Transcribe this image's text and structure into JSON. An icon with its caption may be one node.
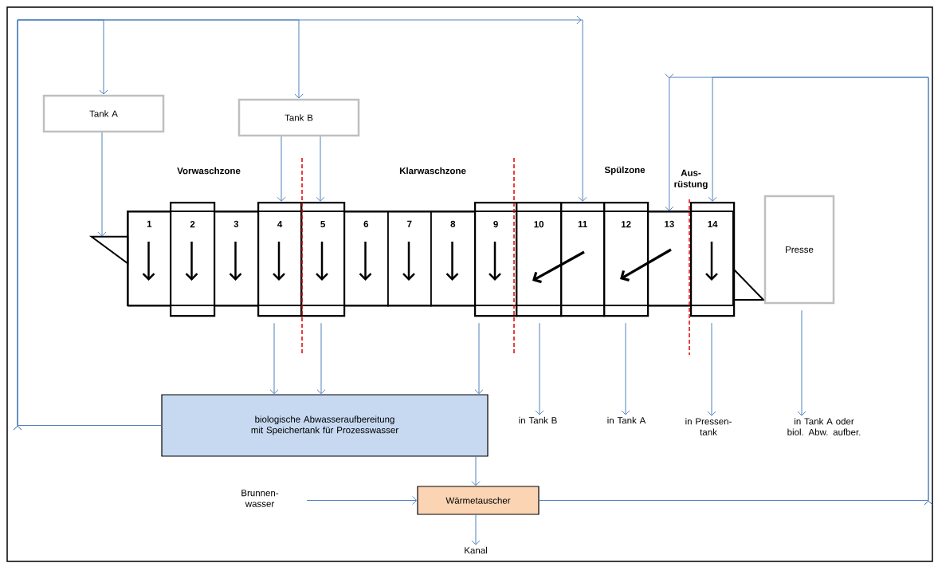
{
  "diagram": {
    "nodes": [
      {
        "text": [
          "Tank A"
        ]
      },
      {
        "text": [
          "Tank B"
        ]
      },
      {
        "text": [],
        "shape": "triangle"
      },
      {
        "text": [
          "1"
        ]
      },
      {
        "text": [
          "2"
        ]
      },
      {
        "text": [
          "3"
        ]
      },
      {
        "text": [
          "4"
        ]
      },
      {
        "text": [
          "5"
        ]
      },
      {
        "text": [
          "6"
        ]
      },
      {
        "text": [
          "7"
        ]
      },
      {
        "text": [
          "8"
        ]
      },
      {
        "text": [
          "9"
        ]
      },
      {
        "text": [
          "10"
        ]
      },
      {
        "text": [
          "11"
        ]
      },
      {
        "text": [
          "12"
        ]
      },
      {
        "text": [
          "13"
        ]
      },
      {
        "text": [
          "14"
        ]
      },
      {
        "text": [
          "Presse"
        ]
      },
      {
        "text": [
          "biologische Abwasseraufbereitung mit Speichertank für Prozesswasser"
        ]
      },
      {
        "text": [
          "Brunnen- wasser"
        ]
      },
      {
        "text": [
          "Wärmetauscher"
        ]
      },
      {
        "text": [
          "Kanal"
        ]
      },
      {
        "text": [
          "in Tank B"
        ]
      },
      {
        "text": [
          "in Tank A"
        ]
      },
      {
        "text": [
          "in Pressen- tank"
        ]
      },
      {
        "text": [
          "in Tank A oder biol. Abw. aufber."
        ]
      }
    ],
    "edges": [
      {
        "from": 18,
        "to": 13,
        "arrow": "to"
      },
      {
        "from": 18,
        "to": 0,
        "arrow": "to"
      },
      {
        "from": 18,
        "to": 1,
        "arrow": "to"
      },
      {
        "from": 0,
        "to": 2,
        "arrow": "to"
      },
      {
        "from": 1,
        "to": 6,
        "arrow": "to"
      },
      {
        "from": 1,
        "to": 7,
        "arrow": "to"
      },
      {
        "from": 6,
        "to": 18,
        "arrow": "to"
      },
      {
        "from": 7,
        "to": 18,
        "arrow": "to"
      },
      {
        "from": 11,
        "to": 18,
        "arrow": "to"
      },
      {
        "from": 12,
        "to": 22,
        "arrow": "to"
      },
      {
        "from": 14,
        "to": 23,
        "arrow": "to"
      },
      {
        "from": 16,
        "to": 24,
        "arrow": "to"
      },
      {
        "from": 17,
        "to": 25,
        "arrow": "to"
      },
      {
        "from": 18,
        "to": 20,
        "arrow": "to"
      },
      {
        "from": 19,
        "to": 20,
        "arrow": "to"
      },
      {
        "from": 20,
        "to": 21,
        "arrow": "to"
      },
      {
        "from": 20,
        "to": 15,
        "arrow": "to"
      },
      {
        "from": 20,
        "to": 16,
        "arrow": "to"
      },
      {
        "from": 13,
        "to": 12,
        "arrow": "to",
        "style": "thick",
        "color": "#000000"
      },
      {
        "from": 15,
        "to": 14,
        "arrow": "to",
        "style": "thick",
        "color": "#000000"
      }
    ],
    "labels": [
      "Vorwaschzone",
      "Klarwaschzone",
      "Spülzone",
      "Aus- rüstung"
    ]
  }
}
